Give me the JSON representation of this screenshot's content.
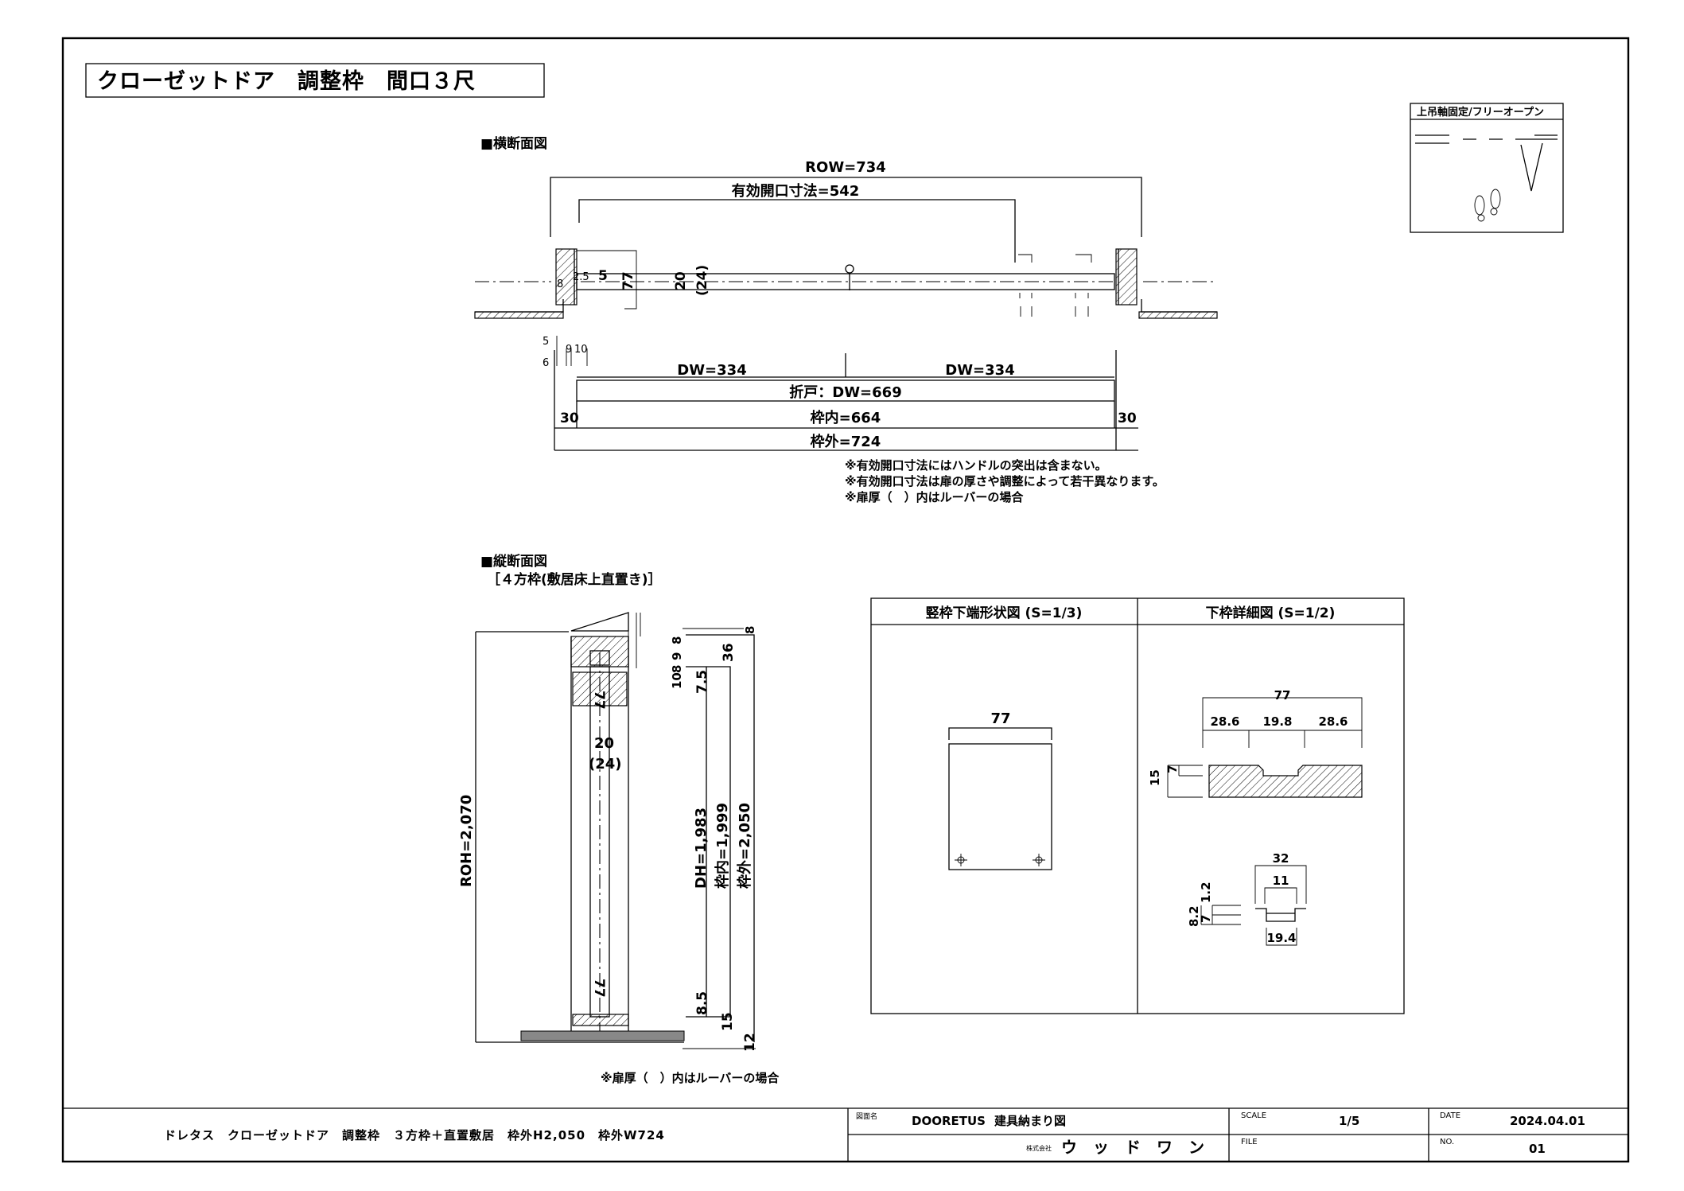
{
  "title": "クローゼットドア　調整枠　間口３尺",
  "legend_box": {
    "title": "上吊軸固定/フリーオープン"
  },
  "horizontal": {
    "heading": "■横断面図",
    "row": "ROW=734",
    "effective_opening": "有効開口寸法=542",
    "small_dims": [
      "5",
      "6",
      "9",
      "10"
    ],
    "frame_dims": [
      "8",
      "2.5",
      "5"
    ],
    "dw_left": "DW=334",
    "dw_right": "DW=334",
    "fold_door": "折戸：DW=669",
    "frame_inner": "枠内=664",
    "frame_outer": "枠外=724",
    "side_left": "30",
    "side_right": "30",
    "d77": "77",
    "d20": "20",
    "d24": "(24)",
    "notes": [
      "※有効開口寸法にはハンドルの突出は含まない。",
      "※有効開口寸法は扉の厚さや調整によって若干異なります。",
      "※扉厚（　）内はルーバーの場合"
    ]
  },
  "vertical": {
    "heading": "■縦断面図",
    "subheading": "［４方枠(敷居床上直置き)］",
    "roh": "ROH=2,070",
    "dh": "DH=1,983",
    "frame_inner": "枠内=1,999",
    "frame_outer": "枠外=2,050",
    "d77_top": "77",
    "d77_bottom": "77",
    "d20": "20",
    "d24": "(24)",
    "top_dims": [
      "8",
      "9",
      "8",
      "10",
      "36",
      "7.5"
    ],
    "bottom_dims": [
      "8.5",
      "15",
      "12"
    ],
    "top_8": "8",
    "note": "※扉厚（　）内はルーバーの場合"
  },
  "detail_left": {
    "title": "竪枠下端形状図 (S=1/3)",
    "d77": "77"
  },
  "detail_right": {
    "title": "下枠詳細図 (S=1/2)",
    "d77": "77",
    "d28a": "28.6",
    "d19": "19.8",
    "d28b": "28.6",
    "d15": "15",
    "d7": "7",
    "d32": "32",
    "d11": "11",
    "d82": "8.2",
    "d12": "1.2",
    "d7b": "7",
    "d194": "19.4"
  },
  "title_block": {
    "description": "ドレタス　クローゼットドア　調整枠　３方枠＋直置敷居　枠外H2,050　枠外W724",
    "drawing_name_label": "図面名",
    "product": "DOORETUS",
    "drawing_name": "建具納まり図",
    "scale_label": "SCALE",
    "scale": "1/5",
    "date_label": "DATE",
    "date": "2024.04.01",
    "company_prefix": "株式会社",
    "company": "ウ　ッ　ド　ワ　ン",
    "file_label": "FILE",
    "no_label": "NO.",
    "no": "01"
  }
}
